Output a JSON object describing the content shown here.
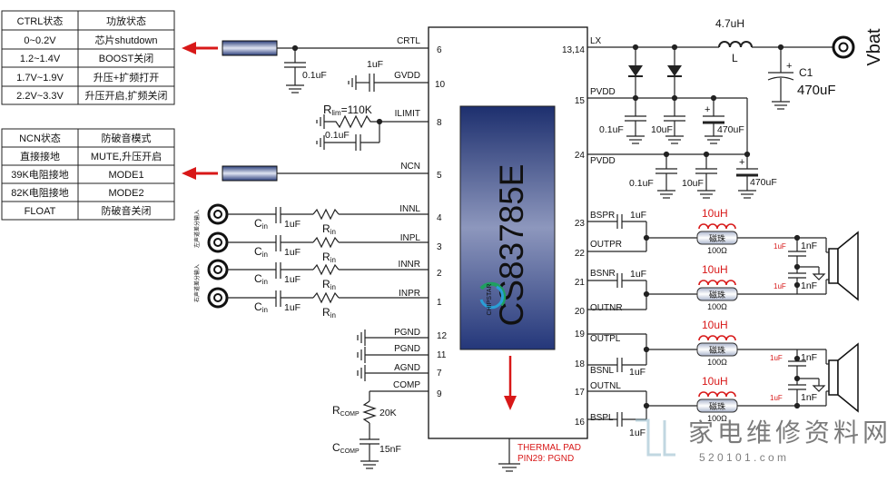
{
  "ctrl_table": {
    "headers": [
      "CTRL状态",
      "功放状态"
    ],
    "rows": [
      [
        "0~0.2V",
        "芯片shutdown"
      ],
      [
        "1.2~1.4V",
        "BOOST关闭"
      ],
      [
        "1.7V~1.9V",
        "升压+扩频打开"
      ],
      [
        "2.2V~3.3V",
        "升压开启,扩频关闭"
      ]
    ]
  },
  "ncn_table": {
    "headers": [
      "NCN状态",
      "防破音模式"
    ],
    "rows": [
      [
        "直接接地",
        "MUTE,升压开启"
      ],
      [
        "39K电阻接地",
        "MODE1"
      ],
      [
        "82K电阻接地",
        "MODE2"
      ],
      [
        "FLOAT",
        "防破音关闭"
      ]
    ]
  },
  "chip": {
    "name": "CS83785E",
    "logo": "CHIPSTAR"
  },
  "left_pins": [
    {
      "name": "CRTL",
      "num": "6"
    },
    {
      "name": "GVDD",
      "num": "10"
    },
    {
      "name": "ILIMIT",
      "num": "8"
    },
    {
      "name": "NCN",
      "num": "5"
    },
    {
      "name": "INNL",
      "num": "4"
    },
    {
      "name": "INPL",
      "num": "3"
    },
    {
      "name": "INNR",
      "num": "2"
    },
    {
      "name": "INPR",
      "num": "1"
    },
    {
      "name": "PGND",
      "num": "12"
    },
    {
      "name": "PGND",
      "num": "11"
    },
    {
      "name": "AGND",
      "num": "7"
    },
    {
      "name": "COMP",
      "num": "9"
    }
  ],
  "right_pins": [
    {
      "name": "LX",
      "num": "13,14"
    },
    {
      "name": "PVDD",
      "num": "15"
    },
    {
      "name": "PVDD",
      "num": "24"
    },
    {
      "name": "BSPR",
      "num": "23"
    },
    {
      "name": "OUTPR",
      "num": "22"
    },
    {
      "name": "BSNR",
      "num": "21"
    },
    {
      "name": "OUTNR",
      "num": "20"
    },
    {
      "name": "OUTPL",
      "num": "19"
    },
    {
      "name": "BSNL",
      "num": "18"
    },
    {
      "name": "OUTNL",
      "num": "17"
    },
    {
      "name": "BSPL",
      "num": "16"
    }
  ],
  "thermal": {
    "line1": "THERMAL PAD",
    "line2": "PIN29: PGND"
  },
  "components": {
    "crtl_cap": "0.1uF",
    "gvdd_cap": "1uF",
    "rlim_main": "R",
    "rlim_sub": "lim",
    "rlim_val": "=110K",
    "ilimit_cap": "0.1uF",
    "cin_main": "C",
    "cin_sub": "in",
    "cin_val": "1uF",
    "rin_main": "R",
    "rin_sub": "in",
    "rcomp_main": "R",
    "rcomp_sub": "COMP",
    "rcomp_val": "20K",
    "ccomp_main": "C",
    "ccomp_sub": "COMP",
    "ccomp_val": "15nF",
    "inductor_val": "4.7uH",
    "inductor_name": "L",
    "c1_name": "C1",
    "c1_val": "470uF",
    "vbat": "Vbat",
    "pvdd_caps": [
      "0.1uF",
      "10uF",
      "470uF"
    ],
    "bs_cap": "1uF",
    "filter_inductor": "10uH",
    "bead_name": "磁珠",
    "bead_val": "100Ω",
    "out_cap": "1nF",
    "out_cap_red": "1uF",
    "plus": "+"
  },
  "side_labels": {
    "left_input": "左声道差分输入",
    "right_input": "右声道差分输入"
  },
  "watermark": {
    "main": "家电维修资料网",
    "url": "5 2 0 1 0 1 . c o m"
  },
  "colors": {
    "chip_top": "#1d2f6e",
    "chip_mid": "#5f6fa3",
    "chip_bottom": "#24377a",
    "red": "#d81818",
    "coil": "#d81818"
  }
}
